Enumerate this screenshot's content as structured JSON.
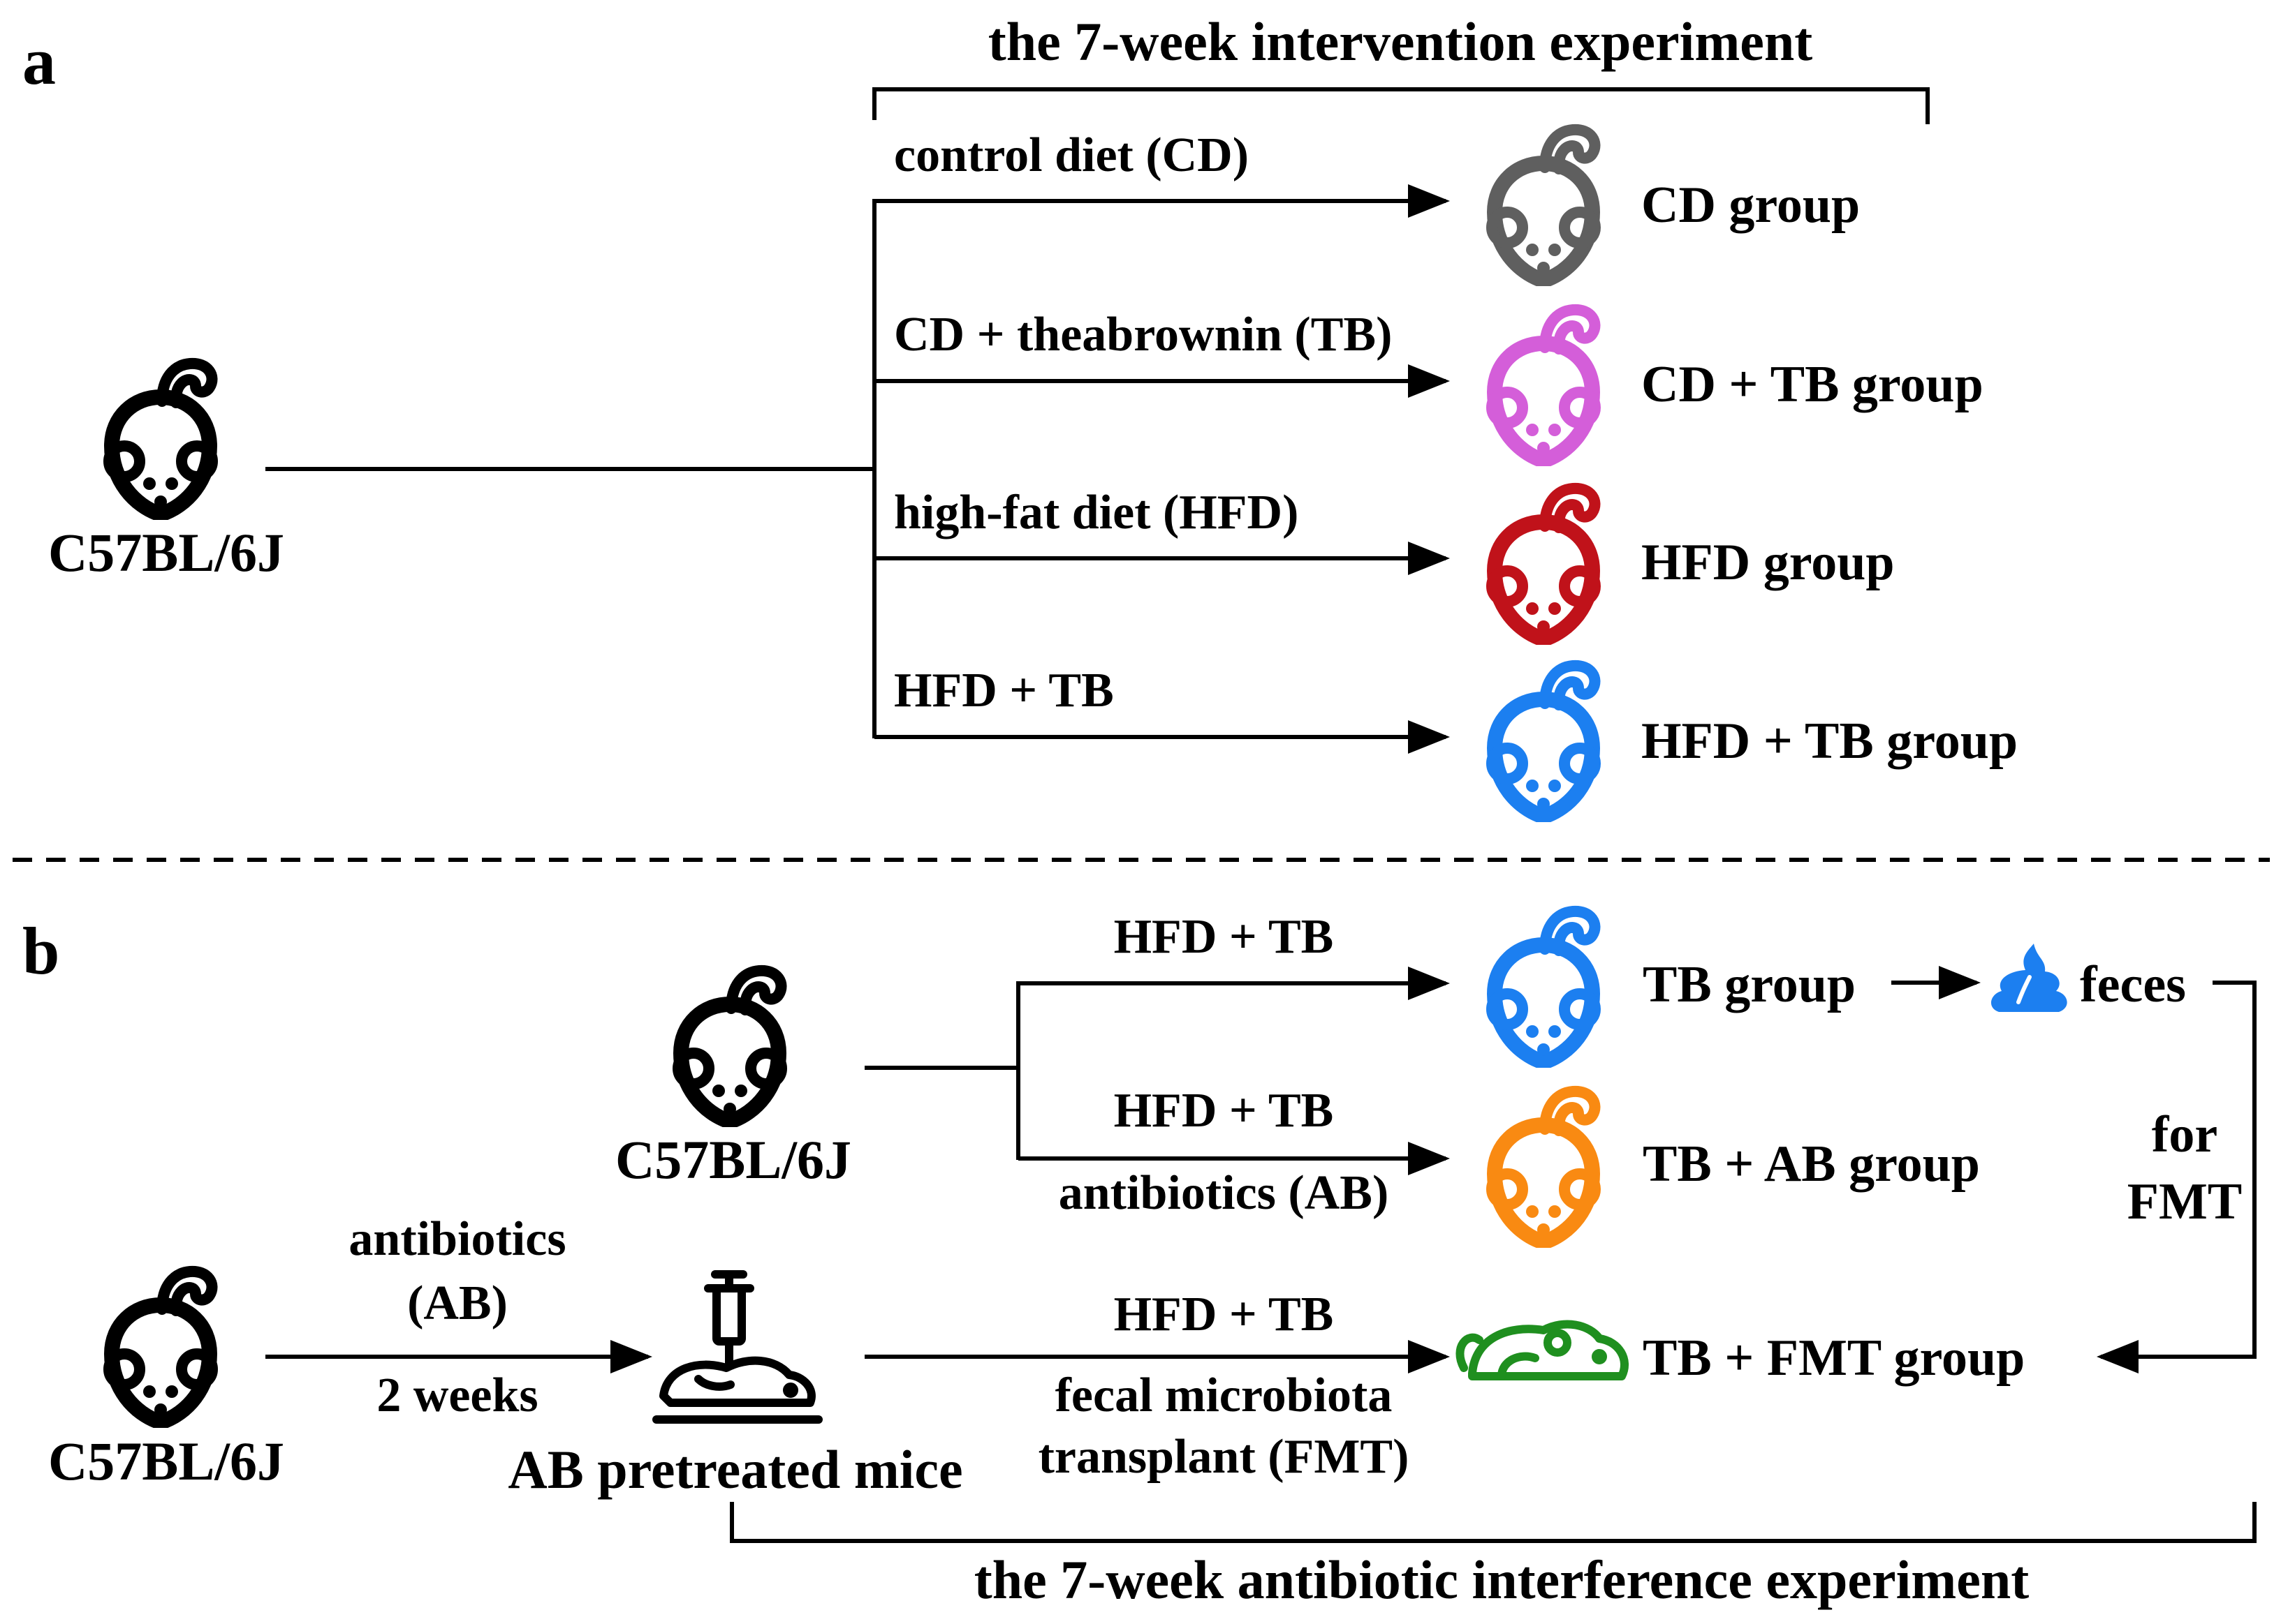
{
  "panel_a": {
    "letter": "a",
    "title": "the 7-week intervention experiment",
    "source_label": "C57BL/6J",
    "arms": [
      {
        "treatment": "control diet (CD)",
        "group": "CD group",
        "color": "#5f5f5f"
      },
      {
        "treatment": "CD + theabrownin (TB)",
        "group": "CD + TB group",
        "color": "#d45ed9"
      },
      {
        "treatment": "high-fat diet (HFD)",
        "group": "HFD group",
        "color": "#c0121a"
      },
      {
        "treatment": "HFD + TB",
        "group": "HFD + TB group",
        "color": "#1c7ff0"
      }
    ]
  },
  "panel_b": {
    "letter": "b",
    "title": "the 7-week antibiotic interference experiment",
    "source_label_top": "C57BL/6J",
    "source_label_bottom": "C57BL/6J",
    "pretreat_line1": "antibiotics",
    "pretreat_line2": "(AB)",
    "pretreat_duration": "2 weeks",
    "pretreated_label": "AB pretreated mice",
    "arms": [
      {
        "treatment": "HFD + TB",
        "extra": "",
        "group": "TB group",
        "color": "#1c7ff0"
      },
      {
        "treatment": "HFD + TB",
        "extra": "antibiotics (AB)",
        "group": "TB + AB group",
        "color": "#f98a12"
      },
      {
        "treatment": "HFD + TB",
        "extra1": "fecal microbiota",
        "extra2": "transplant (FMT)",
        "group": "TB + FMT group",
        "color": "#1f8f1f"
      }
    ],
    "feces_label": "feces",
    "fmt_line1": "for",
    "fmt_line2": "FMT",
    "feces_color": "#1c7ff0"
  },
  "icons": [
    "mouse-icon",
    "syringe-icon",
    "feces-icon",
    "mouse-side-icon"
  ]
}
